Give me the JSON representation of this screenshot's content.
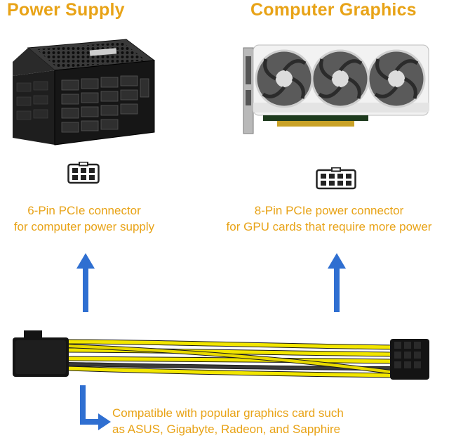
{
  "left": {
    "heading": "Power Supply",
    "caption_line1": "6-Pin PCIe connector",
    "caption_line2": "for computer power supply",
    "pins": 6
  },
  "right": {
    "heading": "Computer Graphics",
    "caption_line1": "8-Pin PCIe power connector",
    "caption_line2": "for GPU cards that require more power",
    "pins": 8
  },
  "note": {
    "line1": "Compatible with popular graphics card such",
    "line2": "as ASUS, Gigabyte, Radeon, and Sapphire"
  },
  "colors": {
    "accent": "#e8a317",
    "arrow": "#2f6fd1",
    "wire_yellow": "#f2e600",
    "wire_black": "#1a1a1a"
  }
}
